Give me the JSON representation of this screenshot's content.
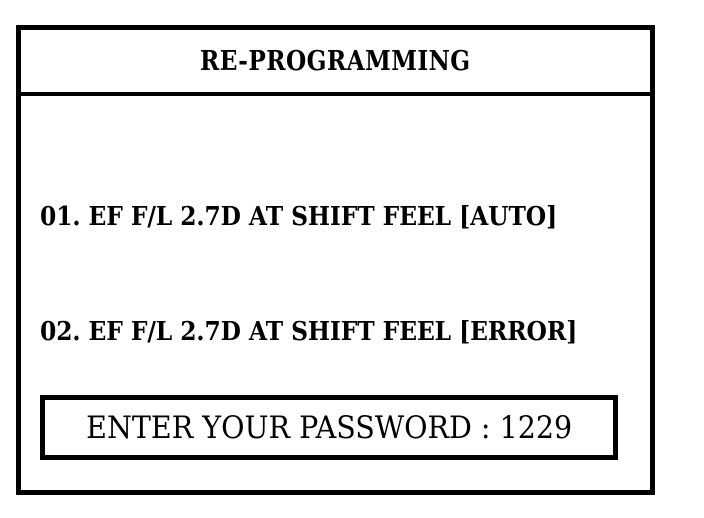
{
  "screen": {
    "background_color": "#ffffff",
    "foreground_color": "#000000"
  },
  "dialog": {
    "title": "RE-PROGRAMMING",
    "options": [
      {
        "index_label": "01.",
        "text": "01. EF F/L 2.7D AT SHIFT FEEL [AUTO]",
        "vehicle": "EF F/L 2.7D",
        "system": "AT SHIFT FEEL",
        "mode": "AUTO"
      },
      {
        "index_label": "02.",
        "text": "02. EF F/L 2.7D AT SHIFT FEEL [ERROR]",
        "vehicle": "EF F/L 2.7D",
        "system": "AT SHIFT FEEL",
        "mode": "ERROR"
      }
    ],
    "password_field": {
      "label": "ENTER YOUR PASSWORD : 1229",
      "prompt": "ENTER YOUR PASSWORD :",
      "value": "1229"
    }
  }
}
